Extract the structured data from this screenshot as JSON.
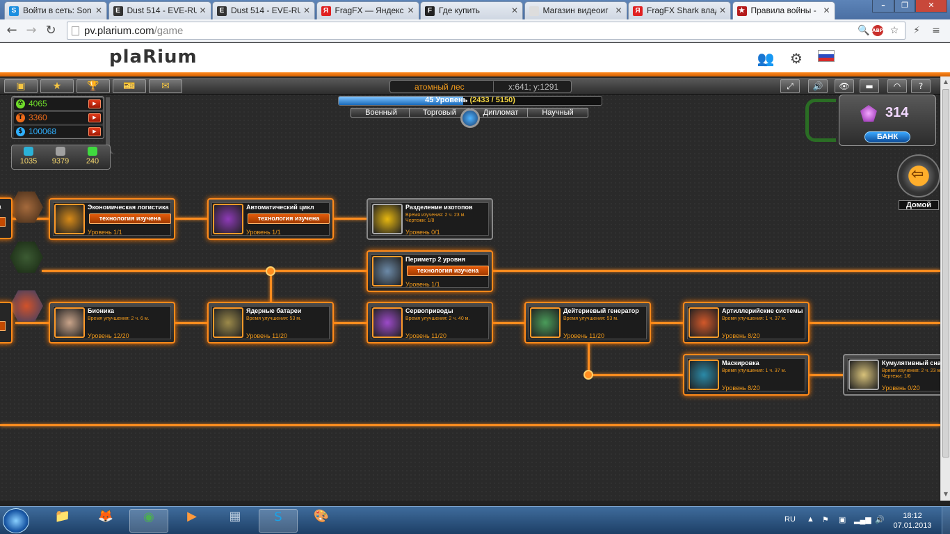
{
  "browser": {
    "tabs": [
      {
        "title": "Войти в сеть: Son",
        "icon": "skype-icon",
        "color": "#1c8fe0",
        "glyph": "S"
      },
      {
        "title": "Dust 514 - EVE-RU",
        "icon": "eve-icon",
        "color": "#333333",
        "glyph": "E"
      },
      {
        "title": "Dust 514 - EVE-RU",
        "icon": "eve-icon",
        "color": "#333333",
        "glyph": "E"
      },
      {
        "title": "FragFX — Яндекс",
        "icon": "yandex-icon",
        "color": "#e02020",
        "glyph": "Я"
      },
      {
        "title": "Где купить",
        "icon": "fragfx-icon",
        "color": "#222222",
        "glyph": "F"
      },
      {
        "title": "Магазин видеоиг",
        "icon": "page-icon",
        "color": "#dddddd",
        "glyph": ""
      },
      {
        "title": "FragFX Shark влад",
        "icon": "yandex-icon",
        "color": "#e02020",
        "glyph": "Я"
      },
      {
        "title": "Правила войны -",
        "icon": "plarium-icon",
        "color": "#b51c1c",
        "glyph": "★"
      }
    ],
    "active_tab": 7,
    "url_host": "pv.plarium.com",
    "url_path": "/game",
    "abp": "ABP"
  },
  "site": {
    "logo": "plaRium"
  },
  "game": {
    "top": {
      "location": "атомный лес",
      "coords": "x:641; y:1291"
    },
    "resources": [
      {
        "icon": "uranium-icon",
        "value": "4065",
        "color": "#6fdc2a"
      },
      {
        "icon": "titanium-icon",
        "value": "3360",
        "color": "#f06c1a"
      },
      {
        "icon": "credits-icon",
        "value": "100068",
        "color": "#2fb0ff"
      }
    ],
    "population": [
      {
        "icon": "units-icon",
        "value": "1035"
      },
      {
        "icon": "workers-icon",
        "value": "9379"
      },
      {
        "icon": "energy-icon",
        "value": "240"
      }
    ],
    "level": {
      "label": "45 Уровень",
      "numbers": "(2433 / 5150)",
      "progress": 0.4724
    },
    "level_tabs": [
      "Военный",
      "Торговый",
      "Дипломат",
      "Научный"
    ],
    "bank": {
      "gems": "314",
      "button": "БАНК"
    },
    "home": "Домой",
    "partial_left_name": "ка",
    "tech": [
      {
        "name": "Экономическая логистика",
        "status": "технология изучена",
        "level": "Уровень 1/1",
        "info1": "",
        "info2": "",
        "locked": false,
        "icon_color": "#d78a18"
      },
      {
        "name": "Автоматический цикл",
        "status": "технология изучена",
        "level": "Уровень 1/1",
        "info1": "",
        "info2": "",
        "locked": false,
        "icon_color": "#8e3ab8"
      },
      {
        "name": "Разделение изотопов",
        "status": "",
        "level": "Уровень 0/1",
        "info1": "Время изучения: 2 ч. 23 м.",
        "info2": "Чертежи: 1/8",
        "locked": true,
        "icon_color": "#e8b80f"
      },
      {
        "name": "Периметр 2 уровня",
        "status": "технология изучена",
        "level": "Уровень 1/1",
        "info1": "",
        "info2": "",
        "locked": false,
        "icon_color": "#6c8aa8"
      },
      {
        "name": "Бионика",
        "status": "",
        "level": "Уровень 12/20",
        "info1": "Время улучшения: 2 ч. 6 м.",
        "info2": "",
        "locked": false,
        "icon_color": "#c9a48a"
      },
      {
        "name": "Ядерные батареи",
        "status": "",
        "level": "Уровень 11/20",
        "info1": "Время улучшения: 53 м.",
        "info2": "",
        "locked": false,
        "icon_color": "#9c8a4a"
      },
      {
        "name": "Сервоприводы",
        "status": "",
        "level": "Уровень 11/20",
        "info1": "Время улучшения: 2 ч. 40 м.",
        "info2": "",
        "locked": false,
        "icon_color": "#9c4ac9"
      },
      {
        "name": "Дейтериевый генератор",
        "status": "",
        "level": "Уровень 11/20",
        "info1": "Время улучшения: 53 м.",
        "info2": "",
        "locked": false,
        "icon_color": "#4a9c5a"
      },
      {
        "name": "Артиллерийские системы",
        "status": "",
        "level": "Уровень 8/20",
        "info1": "Время улучшения: 1 ч. 37 м.",
        "info2": "",
        "locked": false,
        "icon_color": "#d2582a"
      },
      {
        "name": "Маскировка",
        "status": "",
        "level": "Уровень 8/20",
        "info1": "Время улучшения: 1 ч. 37 м.",
        "info2": "",
        "locked": false,
        "icon_color": "#2a8aa8"
      },
      {
        "name": "Кумулятивный снаряд",
        "status": "",
        "level": "Уровень 0/20",
        "info1": "Время изучения: 2 ч. 23 м.",
        "info2": "Чертежи: 1/6",
        "locked": true,
        "icon_color": "#d8c27a"
      }
    ]
  },
  "taskbar": {
    "apps": [
      "explorer-icon",
      "firefox-icon",
      "chrome-icon",
      "media-player-icon",
      "calculator-icon",
      "skype-icon",
      "paint-icon"
    ],
    "lang": "RU",
    "time": "18:12",
    "date": "07.01.2013"
  }
}
